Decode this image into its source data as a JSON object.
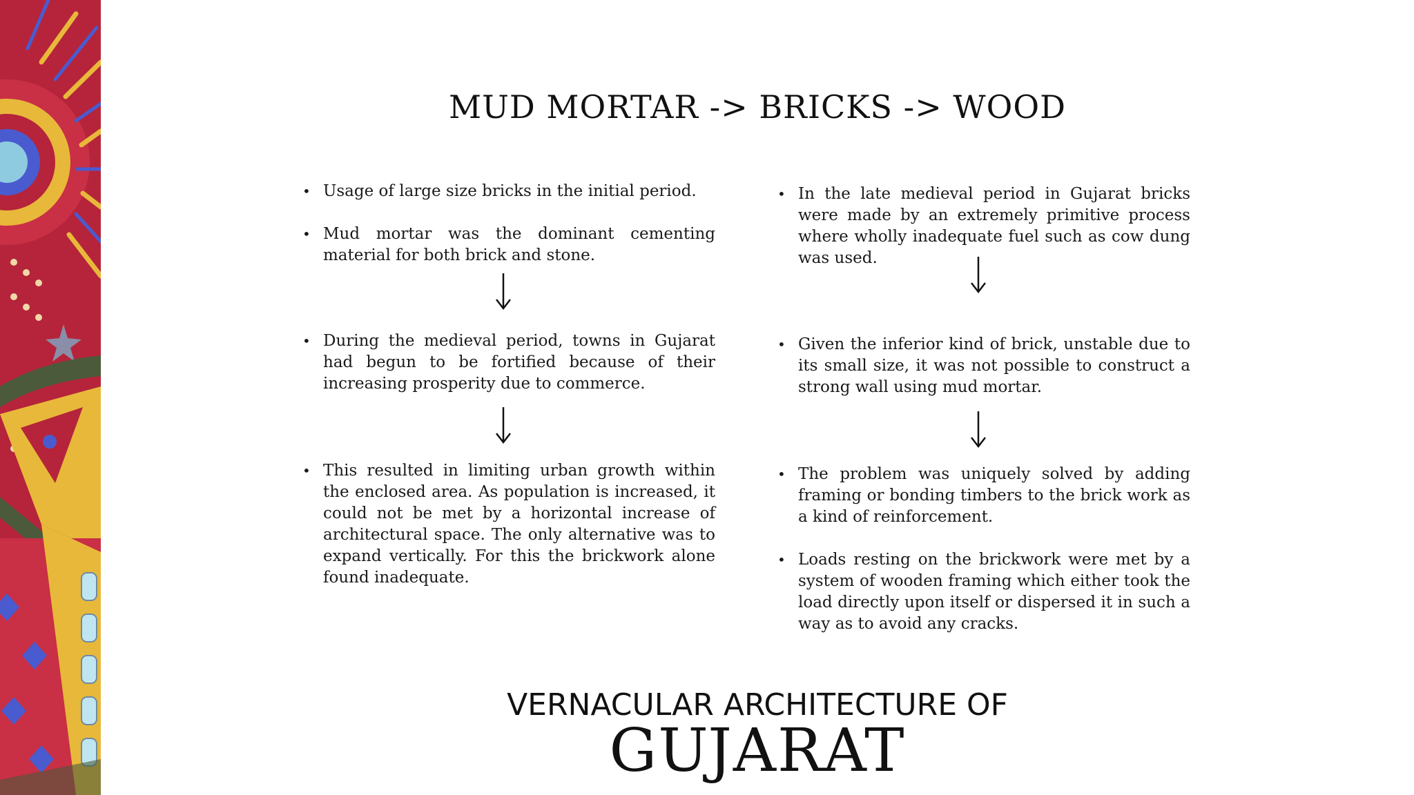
{
  "title": "MUD MORTAR -> BRICKS -> WOOD",
  "left_column": {
    "bullets": [
      "Usage of large size bricks in the initial period.",
      "Mud mortar was the dominant cementing material for both brick and stone.",
      "During the medieval period, towns in Gujarat had begun to be fortified because of their increasing prosperity due to commerce.",
      "This resulted in limiting urban growth within the enclosed area. As population is increased, it could not be met by a horizontal increase of architectural space. The only alternative was to expand vertically. For this the brickwork alone found inadequate."
    ]
  },
  "right_column": {
    "bullets": [
      "In the late medieval period in Gujarat bricks were made by an extremely primitive process where wholly inadequate fuel such as cow dung was used.",
      "Given the inferior kind of brick, unstable due to its small size, it was not possible to construct a strong wall using mud mortar.",
      "The problem was uniquely solved by adding framing or bonding timbers to the brick work as a kind of reinforcement.",
      "Loads resting on the brickwork were met by a system of wooden framing which either took the load directly upon itself or dispersed it in such a way as to avoid any cracks."
    ]
  },
  "footer": {
    "subtitle": "VERNACULAR ARCHITECTURE OF",
    "title": "GUJARAT"
  },
  "colors": {
    "strip_red": "#b5243a",
    "strip_yellow": "#e8b83a",
    "strip_blue": "#4a5bd0",
    "strip_green": "#4b5a3a",
    "text": "#1a1a1a"
  }
}
